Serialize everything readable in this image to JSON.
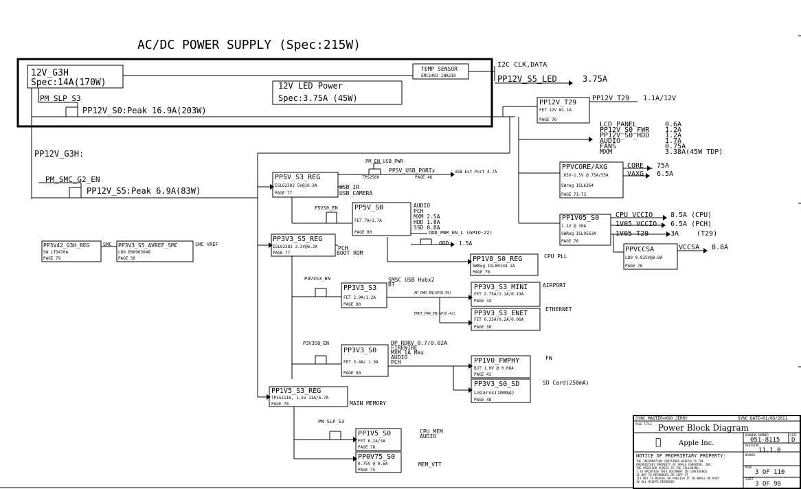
{
  "title": "AC/DC POWER SUPPLY (Spec:215W)",
  "psu": {
    "g3h_name": "12V_G3H",
    "g3h_spec": "Spec:14A(170W)",
    "temp_sensor": "TEMP SENSOR",
    "temp_sensor_sub": "EMC1403  INA219",
    "i2c": "I2C CLK,DATA",
    "led_line": "PP12V_S5_LED",
    "led_current": "3.75A",
    "led_power_name": "12V LED Power",
    "led_power_spec": "Spec:3.75A (45W)",
    "pm_slp_s3": "PM_SLP_S3",
    "s0_peak": "PP12V_S0:Peak 16.9A(203W)"
  },
  "rail_g3h": "PP12V_G3H:",
  "pm_smc_g2_en": "PM_SMC_G2_EN",
  "s5_peak": "PP12V_S5:Peak   6.9A(83W)",
  "blocks": {
    "t29": {
      "name": "PP12V_T29",
      "l1": "FET  12V W1.1A",
      "page": "PAGE 76"
    },
    "ppvcore": {
      "name": "PPVCORE/AXG",
      "l1": ".65V-1.5V @ 75A/55A",
      "l2": "SWreg ISL6364",
      "page": "PAGE 71-73"
    },
    "pp1v05": {
      "name": "PP1V05_S0",
      "l1": "1.1V @ 30A",
      "l2": "SWReg ISL9563A",
      "page": "PAGE 76"
    },
    "ppvccsa": {
      "name": "PPVCCSA",
      "l1": "LDO 0.925V@8.8A",
      "page": "PAGE 76"
    },
    "pp5v_s3": {
      "name": "PP5V_S3_REG",
      "l1": "ISL62383  5V@10.3A",
      "page": "PAGE 77"
    },
    "pp5v_s0": {
      "name": "PP5V_S0",
      "l1": "FET 7A/2.7A",
      "page": "PAGE 80"
    },
    "pp3v3_s5": {
      "name": "PP3V3_S5_REG",
      "l1": "ISL62383 3.3V@6.2A",
      "page": "PAGE 77"
    },
    "pp3v42": {
      "name": "PP3V42_G3H_REG",
      "l1": "SW LT3470A",
      "page": "PAGE 79"
    },
    "pp3v3_avref": {
      "name": "PP3V3_S5_AVREF_SMC",
      "l1": "LDO EN0903048",
      "page": "PAGE 50"
    },
    "pp1v8": {
      "name": "PP1V8_S0_REG",
      "l1": "SWReg ISL8013A  1A",
      "page": "PAGE 78"
    },
    "pp3v3_s3": {
      "name": "PP3V3_S3",
      "l1": "FET 2.9A/1.2A",
      "page": "PAGE 80"
    },
    "pp3v3_mini": {
      "name": "PP3V3_S3_MINI",
      "l1": "FET 2.75A/1.1A/0.19A",
      "page": "PAGE 34"
    },
    "pp3v3_enet": {
      "name": "PP3V3_S3_ENET",
      "l1": "FET 0.25A/0.2A/0.06A",
      "page": "PAGE 38"
    },
    "pp3v3_s0": {
      "name": "PP3V3_S0",
      "l1": "FET 3.4A/ 1.9A",
      "page": "PAGE 80"
    },
    "pp1v0_fw": {
      "name": "PP1V0_FWPHY",
      "l1": "BJT 1.0V @ 0.08A",
      "page": "PAGE 42"
    },
    "pp3v3_sd": {
      "name": "PP3V3_S0_SD",
      "l1": "Lazarus(100mA)",
      "page": "PAGE 48"
    },
    "pp1v5_s3": {
      "name": "PP1V5_S3_REG",
      "l1": "TPS51116, 1.5V 11A/6.7A",
      "page": "PAGE 78"
    },
    "pp1v5_s0": {
      "name": "PP1V5_S0",
      "l1": "FET 6.2A/3A",
      "page": "PAGE 78"
    },
    "pp0v75": {
      "name": "PP0V75_S0",
      "l1": "0.75V @ 0.6A",
      "page": "PAGE 75"
    }
  },
  "labels": {
    "t29_out": "PP12V_T29",
    "t29_val": "1.1A/12V",
    "loads": [
      {
        "name": "LCD PANEL",
        "val": "0.6A"
      },
      {
        "name": "PP12V_S0_FWR",
        "val": "1.2A"
      },
      {
        "name": "PP12V_S0_HDD",
        "val": "1.2A"
      },
      {
        "name": "AUDIO",
        "val": "1.7A"
      },
      {
        "name": "FANS",
        "val": "0.75A"
      },
      {
        "name": "MXM",
        "val": "3.38A(45W TDP)"
      }
    ],
    "core": "CORE",
    "core_val": "75A",
    "vaxg": "VAXG",
    "vaxg_val": "6.5A",
    "cpu_vccio": "CPU VCCIO",
    "cpu_vccio_val": "8.5A (CPU)",
    "v1v05_vccio": "1V05 VCCIO",
    "v1v05_vccio_val": "6.5A (PCH)",
    "v1v05_t29": "1V05 T29",
    "v1v05_t29_val": "3A",
    "v1v05_t29_note": "(T29)",
    "vccsa": "VCCSA",
    "vccsa_val": "8.8A",
    "pm_en_usb_pwr": "PM_EN_USB_PWR",
    "tps2560": "TPS2560",
    "usb_portx": "PP5V_USB_PORTx",
    "usb_ext": "USB Ext Port 4.7A",
    "page46": "PAGE 46",
    "usb_ir": "USB_IR",
    "usb_camera": "USB_CAMERA",
    "p5vs0_en": "P5VS0_EN",
    "s0_loads": [
      "AUDIO",
      "PCH",
      "MXM  2.5A",
      "HDD  1.8A",
      "SSD  0.8A"
    ],
    "odd_pwr_en": "ODD_PWR_EN_L (GPIO-22)",
    "odd": "ODD",
    "odd_val": "1.5A",
    "smc": "SMC",
    "smc_vref": "SMC VREF",
    "pch": "PCH",
    "boot_rom": "BOOT ROM",
    "cpu_pll": "CPU PLL",
    "p3v3s3_en": "P3V3S3_EN",
    "smsc_hub": "SMSC USB Hubx2",
    "bt": "BT",
    "ap_pwr_en": "AP_PWR_EN(GPIO-59)",
    "airport": "AIRPORT",
    "enet_pwr_en": "ENET_PWR_EN(GPIO-42)",
    "ethernet": "ETHERNET",
    "p3v3s0_en": "P3V3S0_EN",
    "dp_rdrv": "DP_RDRV 0.7/0.02A",
    "firewire": "FIREWIRE",
    "mxm_1a": "MXM 1A Max",
    "audio": "AUDIO",
    "pch2": "PCH",
    "fw": "FW",
    "sd_card": "SD Card(250mA)",
    "main_memory": "MAIN MEMORY",
    "pm_slp_s3": "PM_SLP_S3",
    "cpu_mem": "CPU MEM",
    "audio2": "AUDIO",
    "mem_vtt": "MEM_VTT"
  },
  "title_block": {
    "top_left": "SYNC MASTER=K60  JERRY",
    "top_right": "SYNC DATE=01/06/2011",
    "title_label": "PAGE TITLE",
    "title": "Power Block Diagram",
    "drawing_label": "DRAWING NUMBER",
    "drawing_number": "051-8115",
    "size_label": "SIZE",
    "size": "D",
    "company": "Apple Inc.",
    "revision_label": "REVISION",
    "revision": "11.1.0",
    "notice": "NOTICE OF PROPRIETARY PROPERTY:",
    "notice_lines": [
      "THE INFORMATION CONTAINED HEREIN IS THE",
      "PROPRIETARY PROPERTY OF APPLE COMPUTER, INC.",
      "THE POSESSOR AGREES TO THE FOLLOWING:",
      "I TO MAINTAIN THIS DOCUMENT IN CONFIDENCE",
      "II NOT TO REPRODUCE OR COPY IT",
      "III NOT TO REVEAL OR PUBLISH IT IN WHOLE OR PART",
      "IV ALL RIGHTS RESERVED"
    ],
    "branch_label": "BRANCH",
    "page_label": "PAGE",
    "page": "3 OF 110",
    "sheet_label": "SHEET",
    "sheet": "3 OF 98"
  }
}
